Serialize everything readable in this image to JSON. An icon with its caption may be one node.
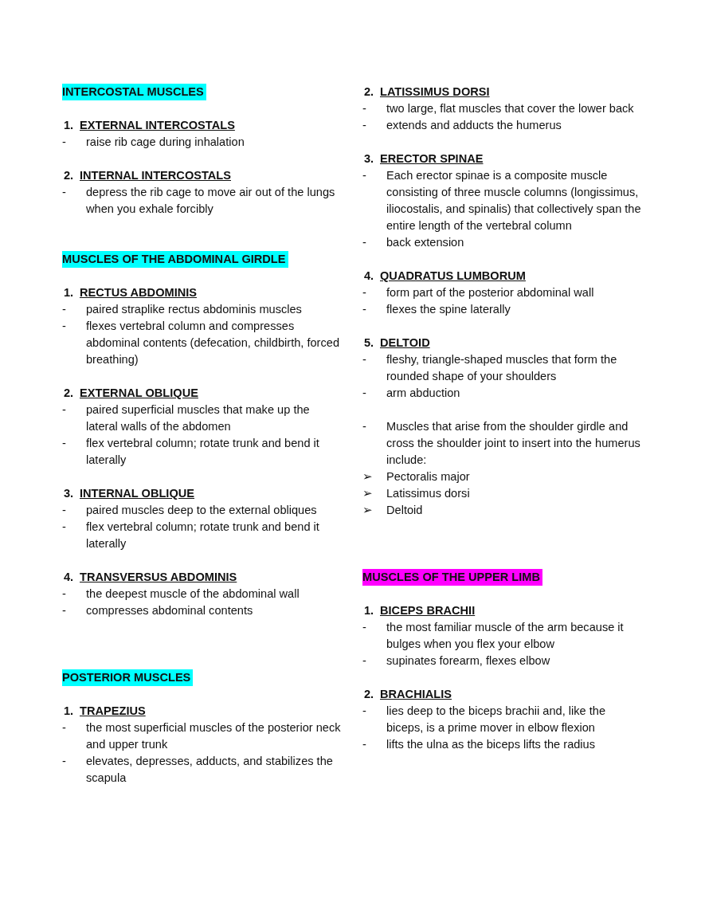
{
  "diagram": {
    "labels": [
      "INTERCOSTAL MUSCLES",
      "1.",
      "EXTERNAL INTERCOSTALS",
      "-",
      "raise rib cage during inhalation",
      "2.",
      "INTERNAL INTERCOSTALS",
      "-",
      "depress the rib cage to move air out of the lungs when you exhale forcibly",
      "MUSCLES OF THE ABDOMINAL GIRDLE",
      "1.",
      "RECTUS ABDOMINIS",
      "-",
      "paired straplike rectus abdominis muscles",
      "-",
      "flexes vertebral column and compresses abdominal contents (defecation, childbirth, forced breathing)",
      "2.",
      "EXTERNAL OBLIQUE",
      "-",
      "paired superficial muscles that make up the lateral walls of the abdomen",
      "-",
      "flex vertebral column; rotate trunk and bend it laterally",
      "3.",
      "INTERNAL OBLIQUE",
      "-",
      "paired muscles deep to the external obliques",
      "-",
      "flex vertebral column; rotate trunk and bend it laterally",
      "4.",
      "TRANSVERSUS ABDOMINIS",
      "-",
      "the deepest muscle of the abdominal wall",
      "-",
      "compresses abdominal contents",
      "POSTERIOR MUSCLES",
      "1.",
      "TRAPEZIUS",
      "-",
      "the most superficial muscles of the posterior neck and upper trunk",
      "-",
      "elevates, depresses, adducts, and stabilizes the scapula",
      "2.",
      "LATISSIMUS DORSI",
      "-",
      "two large, flat muscles that cover the lower back",
      "-",
      "extends and adducts the humerus",
      "3.",
      "ERECTOR SPINAE",
      "-",
      "Each erector spinae is a composite muscle consisting of three muscle columns (longissimus, iliocostalis, and spinalis) that collectively span the entire length of the vertebral column",
      "-",
      "back extension",
      "4.",
      "QUADRATUS LUMBORUM",
      "-",
      "form part of the posterior abdominal wall",
      "-",
      "flexes the spine laterally",
      "5.",
      "DELTOID",
      "-",
      "fleshy, triangle-shaped muscles that form the rounded shape of your shoulders",
      "-",
      "arm abduction",
      "-",
      "Muscles that arise from the shoulder girdle and cross the shoulder joint to insert into the humerus include:",
      "➢",
      "Pectoralis major",
      "➢",
      "Latissimus dorsi",
      "➢",
      "Deltoid",
      "MUSCLES OF THE UPPER LIMB",
      "1.",
      "BICEPS BRACHII",
      "-",
      "the most familiar muscle of the arm because it bulges when you flex your elbow",
      "-",
      "supinates forearm, flexes elbow",
      "2.",
      "BRACHIALIS",
      "-",
      "lies deep to the biceps brachii and, like the biceps, is a prime mover in elbow flexion",
      "-",
      "lifts the ulna as the biceps lifts the radius"
    ]
  }
}
